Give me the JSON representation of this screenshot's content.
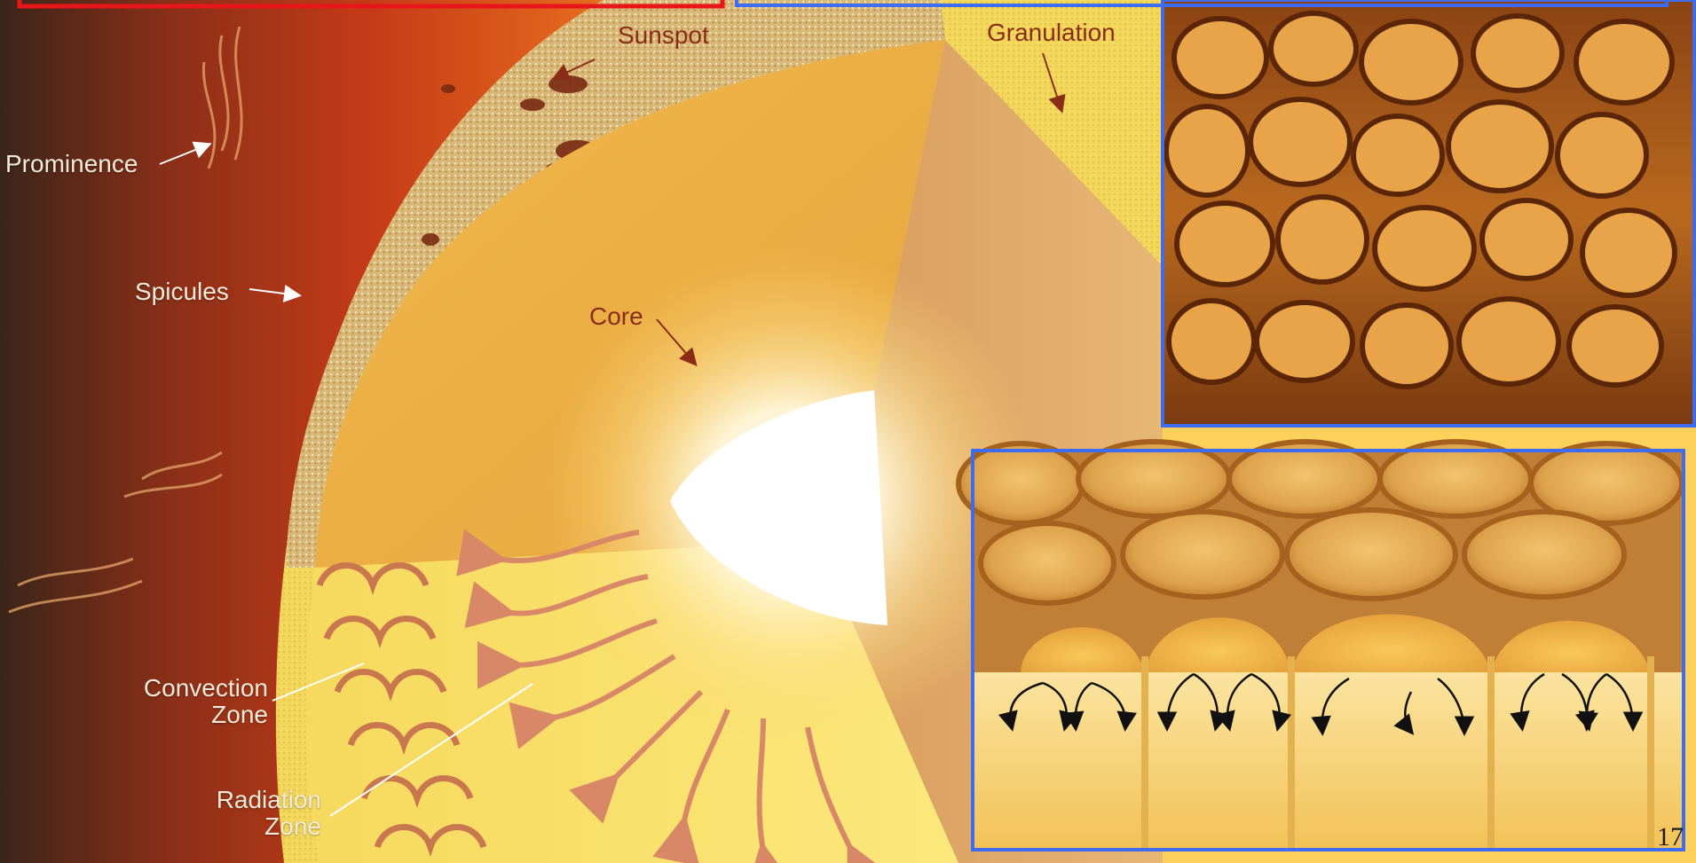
{
  "labels": {
    "sunspot": "Sunspot",
    "granulation": "Granulation",
    "prominence": "Prominence",
    "spicules": "Spicules",
    "core": "Core",
    "convection_zone_line1": "Convection",
    "convection_zone_line2": "Zone",
    "radiation_zone_line1": "Radiation",
    "radiation_zone_line2": "Zone"
  },
  "page_number": "17",
  "colors": {
    "highlight_red": "#e8161b",
    "highlight_blue": "#3d6cf0",
    "label_light": "#f4ead8",
    "label_dark": "#8a2d17"
  }
}
